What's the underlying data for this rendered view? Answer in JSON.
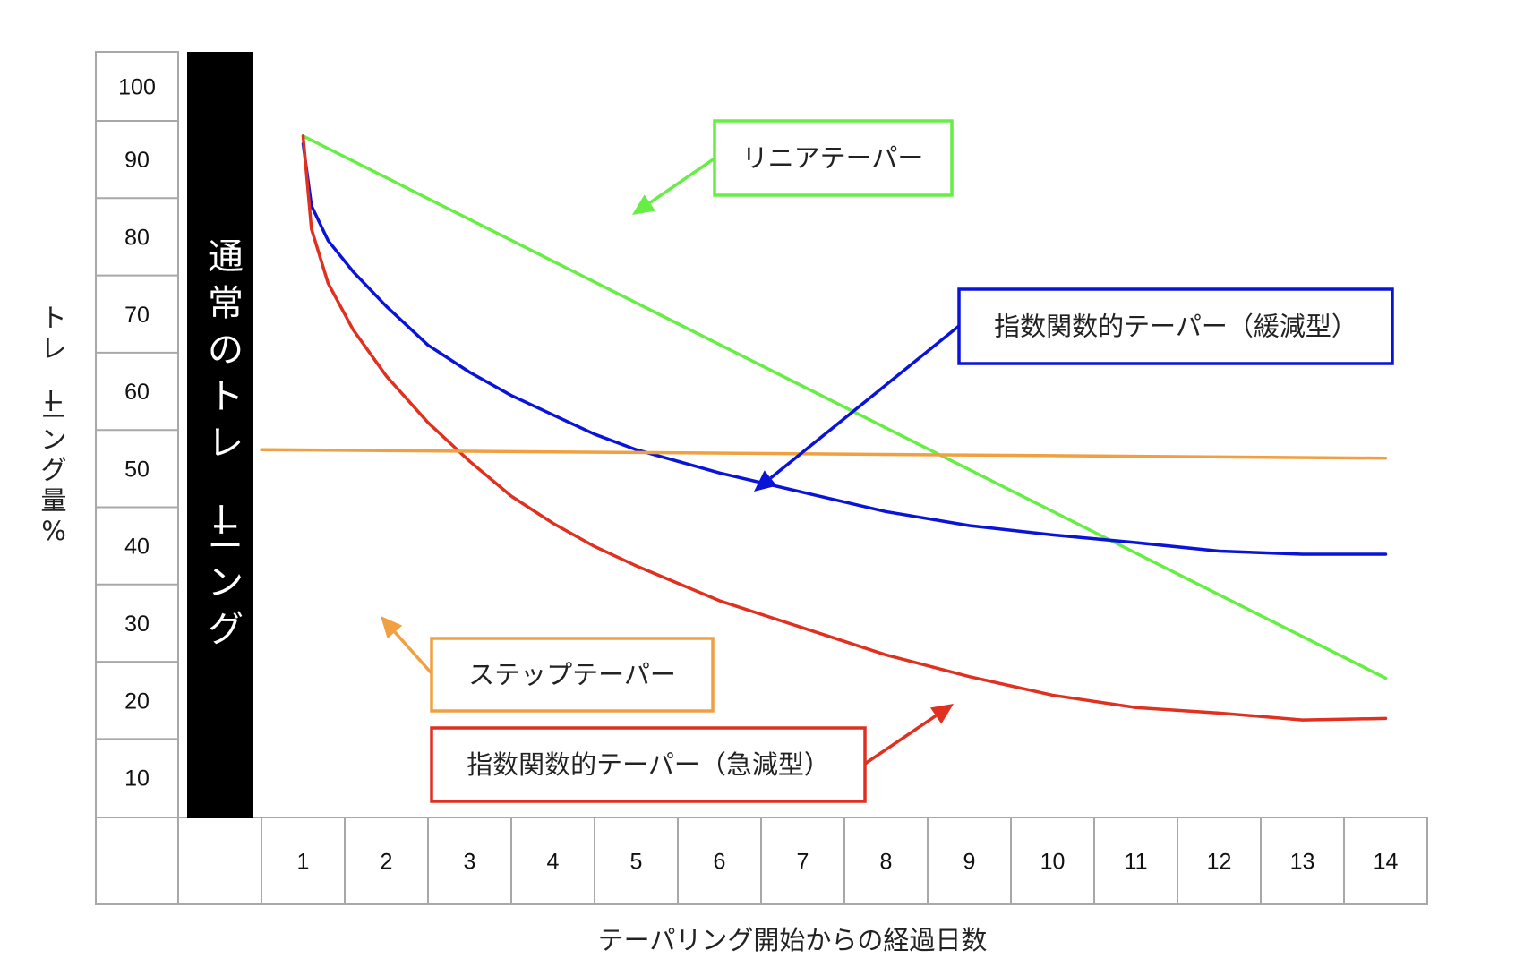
{
  "chart_data": {
    "type": "line",
    "title": "",
    "xlabel": "テーパリング開始からの経過日数",
    "ylabel": "トレーニング量%",
    "x": [
      1,
      2,
      3,
      4,
      5,
      6,
      7,
      8,
      9,
      10,
      11,
      12,
      13,
      14
    ],
    "y_ticks": [
      100,
      90,
      80,
      70,
      60,
      50,
      40,
      30,
      20,
      10
    ],
    "ylim": [
      0,
      100
    ],
    "xlim": [
      0.5,
      14.5
    ],
    "grid": false,
    "baseline_band": {
      "text": "通常のトレーニング"
    },
    "series": [
      {
        "name": "リニアテーパー",
        "color": "#66ee44",
        "x": [
          1,
          14
        ],
        "y": [
          94,
          24
        ]
      },
      {
        "name": "指数関数的テーパー（緩減型）",
        "color": "#0a14d8",
        "x": [
          1,
          1.1,
          1.3,
          1.6,
          2,
          2.5,
          3,
          3.5,
          4,
          4.5,
          5,
          6,
          7,
          8,
          9,
          10,
          11,
          12,
          13,
          14
        ],
        "y": [
          93,
          85,
          80.5,
          76.5,
          72,
          67,
          63.5,
          60.5,
          58,
          55.5,
          53.5,
          50.5,
          48,
          45.5,
          43.7,
          42.5,
          41.5,
          40.4,
          40,
          40
        ]
      },
      {
        "name": "指数関数的テーパー（急減型）",
        "color": "#e03020",
        "x": [
          1,
          1.1,
          1.3,
          1.6,
          2,
          2.5,
          3,
          3.5,
          4,
          4.5,
          5,
          6,
          7,
          8,
          9,
          10,
          11,
          12,
          13,
          14
        ],
        "y": [
          94,
          82,
          75,
          69,
          63,
          57,
          52,
          47.5,
          44,
          41,
          38.5,
          34,
          30.5,
          27,
          24.2,
          21.8,
          20.2,
          19.5,
          18.6,
          18.8
        ]
      },
      {
        "name": "ステップテーパー",
        "color": "#f0a040",
        "x": [
          0.5,
          14
        ],
        "y": [
          53.5,
          52.4
        ]
      }
    ],
    "annotations": [
      {
        "text": "リニアテーパー",
        "color": "#66ee44"
      },
      {
        "text": "指数関数的テーパー（緩減型）",
        "color": "#0a14d8"
      },
      {
        "text": "ステップテーパー",
        "color": "#f0a040"
      },
      {
        "text": "指数関数的テーパー（急減型）",
        "color": "#e03020"
      }
    ]
  }
}
